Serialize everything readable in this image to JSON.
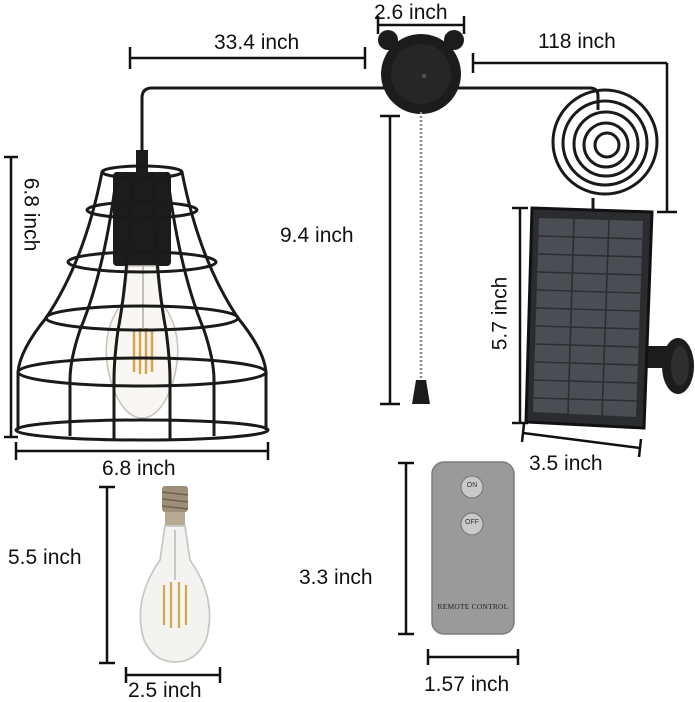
{
  "dimensions": {
    "hub_width": "2.6 inch",
    "cable_lamp": "33.4 inch",
    "cable_solar": "118 inch",
    "pull_chain": "9.4 inch",
    "lamp_height": "6.8 inch",
    "lamp_width": "6.8 inch",
    "panel_height": "5.7 inch",
    "panel_width": "3.5 inch",
    "bulb_height": "5.5 inch",
    "bulb_width": "2.5 inch",
    "remote_height": "3.3 inch",
    "remote_width": "1.57 inch"
  },
  "remote": {
    "on_label": "ON",
    "off_label": "OFF",
    "brand_label": "REMOTE CONTROL"
  },
  "colors": {
    "line": "#111111",
    "cage": "#1a1a1a",
    "panel_cell": "#4a4d52",
    "remote_body": "#9a9a9a",
    "filament": "#d9a54a"
  }
}
